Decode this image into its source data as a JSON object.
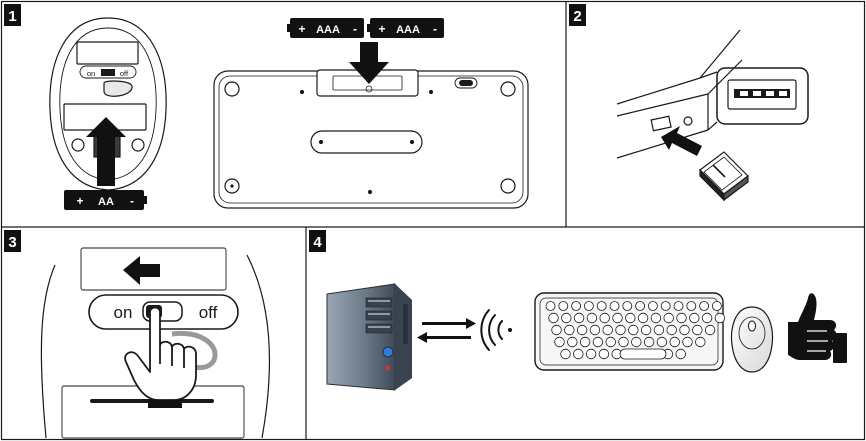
{
  "steps": [
    {
      "number": "1",
      "labels": {
        "mouse_switch_on": "on",
        "mouse_switch_off": "off",
        "mouse_battery": "+ AA -",
        "keyboard_battery_left": "+ AAA -",
        "keyboard_battery_right": "+ AAA -"
      }
    },
    {
      "number": "2"
    },
    {
      "number": "3",
      "labels": {
        "switch_on": "on",
        "switch_off": "off"
      }
    },
    {
      "number": "4"
    }
  ],
  "battery_text": {
    "aa_plus": "+",
    "aa": "AA",
    "aa_minus": "-",
    "aaa_plus": "+",
    "aaa": "AAA",
    "aaa_minus": "-"
  },
  "colors": {
    "line": "#1a1a1a",
    "badge": "#111111",
    "mouse_fill": "#f4f4f4",
    "pc_fill": "#6c7a89",
    "thumb_fill": "#111111"
  },
  "icons": [
    "mouse-icon",
    "keyboard-icon",
    "usb-receiver-icon",
    "usb-port-icon",
    "hand-pointer-icon",
    "computer-tower-icon",
    "wireless-icon",
    "thumbs-up-icon",
    "arrow-icon"
  ]
}
